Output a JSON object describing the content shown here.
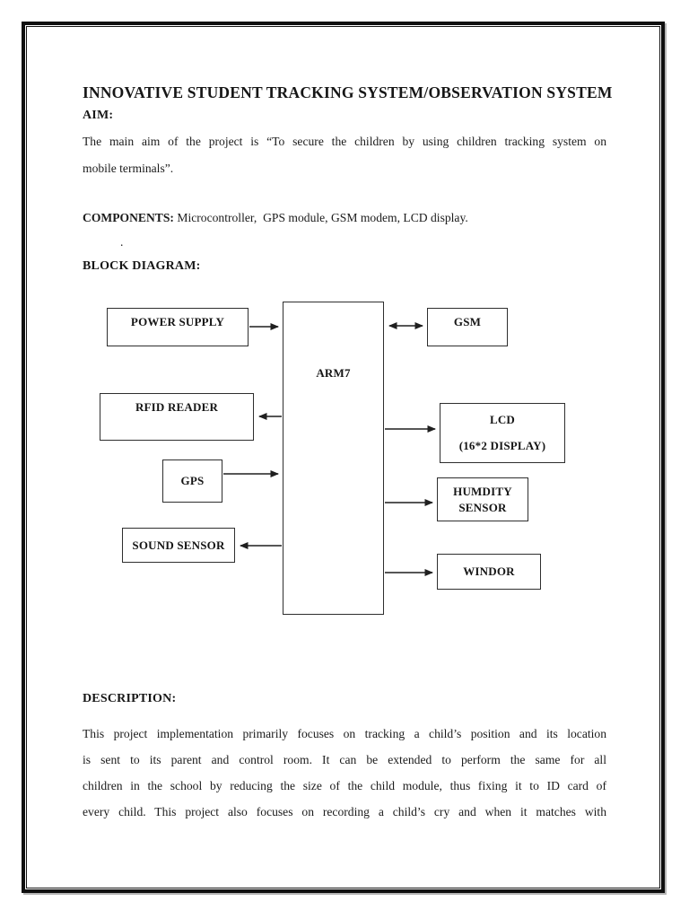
{
  "page": {
    "title": "INNOVATIVE STUDENT TRACKING SYSTEM/OBSERVATION SYSTEM",
    "aim": {
      "heading": "AIM:",
      "lines": [
        "The main aim of the project is “To secure the children by using children tracking system on",
        "mobile terminals”."
      ]
    },
    "components": {
      "heading": "COMPONENTS:",
      "text": " Microcontroller,  GPS module, GSM modem, LCD display.",
      "stray_mark": "."
    },
    "block_diagram": {
      "heading": "BLOCK DIAGRAM:"
    },
    "description": {
      "heading": "DESCRIPTION:",
      "lines": [
        "This project implementation primarily focuses on tracking a child’s position and its location",
        "is sent to its parent and control room. It can be extended to perform the same for all",
        "children in the school by reducing the size of the child module, thus fixing it to ID card of",
        "every child. This project also focuses on recording a child’s cry and when it matches with"
      ]
    }
  },
  "diagram": {
    "boxes": [
      {
        "id": "power-supply",
        "label": "POWER SUPPLY"
      },
      {
        "id": "rfid-reader",
        "label": "RFID READER"
      },
      {
        "id": "gps",
        "label": "GPS"
      },
      {
        "id": "sound-sensor",
        "label": "SOUND SENSOR"
      },
      {
        "id": "arm7",
        "label": "ARM7"
      },
      {
        "id": "gsm",
        "label": "GSM"
      },
      {
        "id": "lcd",
        "lines": [
          "LCD",
          "(16*2 DISPLAY)"
        ]
      },
      {
        "id": "humidity-sensor",
        "lines": [
          "HUMDITY",
          "SENSOR"
        ]
      },
      {
        "id": "windor",
        "label": "WINDOR"
      }
    ],
    "connections": [
      {
        "from": "POWER SUPPLY",
        "to": "ARM7",
        "direction": "one-way"
      },
      {
        "from": "ARM7",
        "to": "GSM",
        "direction": "two-way"
      },
      {
        "from": "ARM7",
        "to": "RFID READER",
        "direction": "one-way"
      },
      {
        "from": "ARM7",
        "to": "LCD (16*2 DISPLAY)",
        "direction": "one-way"
      },
      {
        "from": "GPS",
        "to": "ARM7",
        "direction": "one-way"
      },
      {
        "from": "ARM7",
        "to": "HUMDITY SENSOR",
        "direction": "one-way"
      },
      {
        "from": "ARM7",
        "to": "SOUND SENSOR",
        "direction": "one-way"
      },
      {
        "from": "ARM7",
        "to": "WINDOR",
        "direction": "one-way"
      }
    ]
  },
  "colors": {
    "ink": "#1b1b1b",
    "page_background": "#ffffff",
    "frame_border": "#0f0f0f",
    "box_border": "#2e2e2e"
  }
}
